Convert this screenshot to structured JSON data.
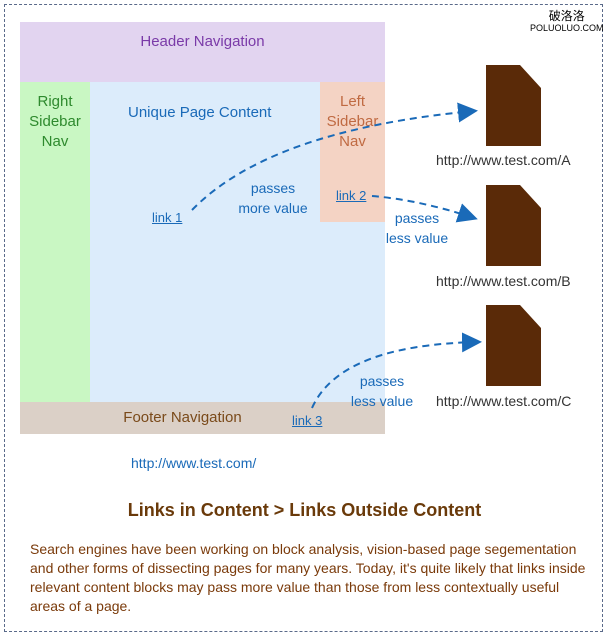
{
  "header": "Header Navigation",
  "right_sidebar": "Right Sidebar Nav",
  "content": "Unique Page Content",
  "left_sidebar": "Left Sidebar Nav",
  "footer": "Footer Navigation",
  "links": [
    "link 1",
    "link 2",
    "link 3"
  ],
  "labels": {
    "more1": "passes",
    "more2": "more value",
    "less1": "passes",
    "less2": "less value",
    "less3": "passes",
    "less4": "less value"
  },
  "targets": [
    "http://www.test.com/A",
    "http://www.test.com/B",
    "http://www.test.com/C"
  ],
  "site_url": "http://www.test.com/",
  "title": "Links in Content > Links Outside Content",
  "paragraph": "Search engines have been working on block analysis, vision-based page segementation and other forms of dissecting pages for many years. Today, it's quite likely that links inside relevant content blocks may pass more value than those from less contextually useful areas of a page.",
  "watermark": {
    "cn": "破洛洛",
    "en": "POLUOLUO.COM"
  },
  "colors": {
    "doc": "#5a2a08",
    "arrow": "#1a6ab8"
  }
}
